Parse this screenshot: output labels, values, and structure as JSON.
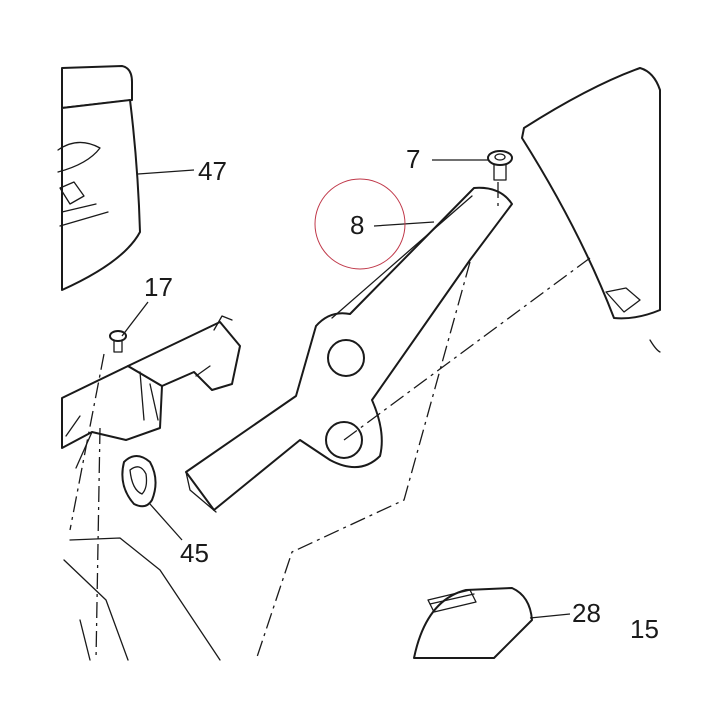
{
  "callouts": {
    "part_47": "47",
    "part_17": "17",
    "part_7": "7",
    "part_8": "8",
    "part_45": "45",
    "part_28": "28",
    "part_15": "15"
  },
  "highlight_color": "#c0394a"
}
